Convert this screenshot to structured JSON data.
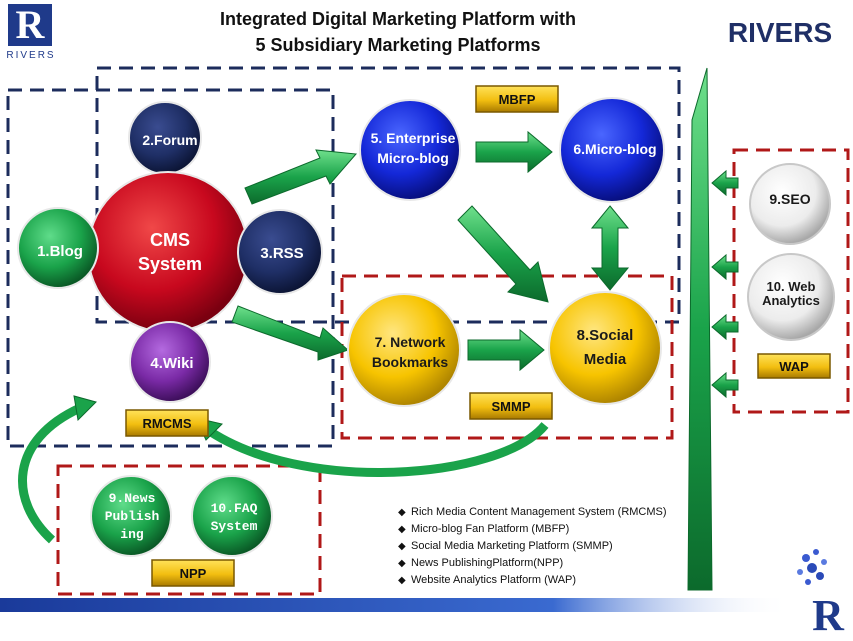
{
  "title": {
    "line1": "Integrated Digital Marketing Platform with",
    "line2": "5 Subsidiary Marketing Platforms"
  },
  "logo": {
    "letter": "R",
    "name": "RIVERS"
  },
  "brand": "RIVERS",
  "colors": {
    "navy": "#1f2f66",
    "red_circle": "#c8081e",
    "green": "#1aa34a",
    "blue": "#1428d8",
    "gold": "#f7c400",
    "purple": "#7a2aa6",
    "dash_navy": "#1c2c5c",
    "dash_red": "#b01818"
  },
  "nodes": {
    "cms": {
      "line1": "CMS",
      "line2": "System"
    },
    "forum": "2.Forum",
    "blog": "1.Blog",
    "rss": "3.RSS",
    "wiki": "4.Wiki",
    "enterprise": {
      "line1": "5. Enterprise",
      "line2": "Micro-blog"
    },
    "microblog": "6.Micro-blog",
    "bookmarks": {
      "line1": "7. Network",
      "line2": "Bookmarks"
    },
    "social": {
      "line1": "8.Social",
      "line2": "Media"
    },
    "seo": "9.SEO",
    "analytics": {
      "line1": "10. Web",
      "line2": "Analytics"
    },
    "news": {
      "line1": "9.News",
      "line2": "Publish",
      "line3": "ing"
    },
    "faq": {
      "line1": "10.FAQ",
      "line2": "System"
    }
  },
  "badges": {
    "mbfp": "MBFP",
    "rmcms": "RMCMS",
    "smmp": "SMMP",
    "wap": "WAP",
    "npp": "NPP"
  },
  "legend": [
    "Rich Media Content Management System (RMCMS)",
    "Micro-blog Fan Platform (MBFP)",
    "Social Media Marketing Platform (SMMP)",
    "News PublishingPlatform(NPP)",
    "Website Analytics Platform (WAP)"
  ]
}
